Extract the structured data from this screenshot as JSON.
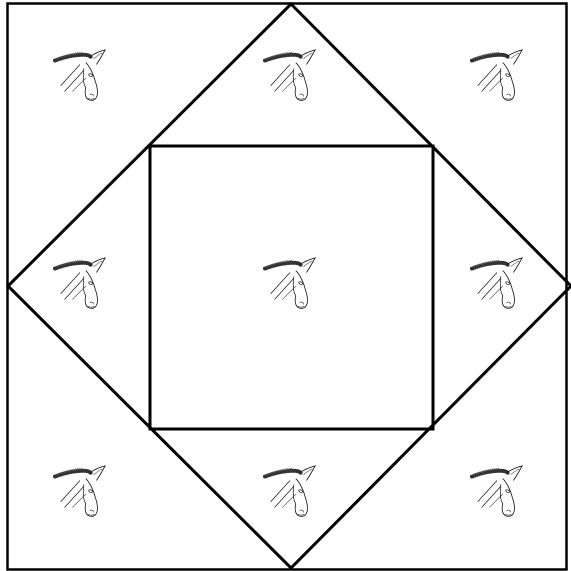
{
  "diagram": {
    "kind": "nested squares with tiled donkey-head pictures",
    "icon": "donkey-head-icon",
    "grid": {
      "rows": 3,
      "cols": 3
    },
    "colors": {
      "background": "#ffffff",
      "stroke": "#000000",
      "mane": "#333333"
    }
  }
}
